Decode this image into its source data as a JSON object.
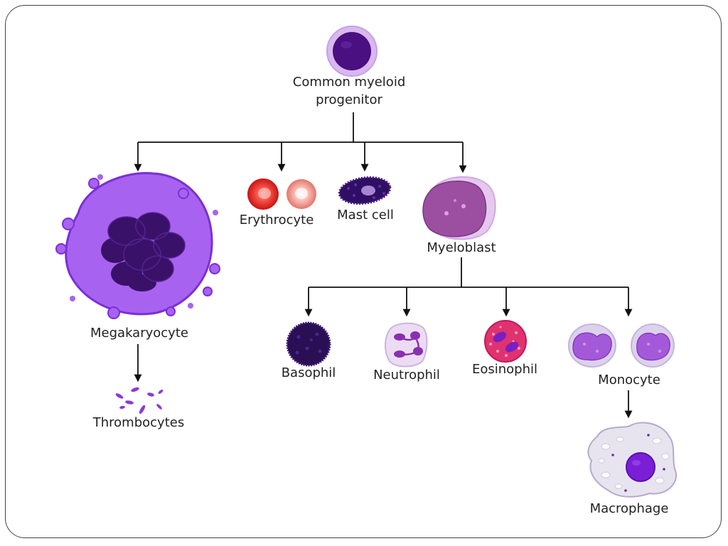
{
  "diagram": {
    "labels": {
      "cmp_line1": "Common myeloid",
      "cmp_line2": "progenitor",
      "megakaryocyte": "Megakaryocyte",
      "thrombocytes": "Thrombocytes",
      "erythrocyte": "Erythrocyte",
      "mast_cell": "Mast cell",
      "myeloblast": "Myeloblast",
      "basophil": "Basophil",
      "neutrophil": "Neutrophil",
      "eosinophil": "Eosinophil",
      "monocyte": "Monocyte",
      "macrophage": "Macrophage"
    },
    "colors": {
      "megakaryocyte": "#9b59e8",
      "erythrocyte": "#e8332b",
      "mast_cell": "#3a1870",
      "myeloblast": "#9c4fa0",
      "basophil": "#2a0f55",
      "neutrophil_nucleus": "#8a2fb0",
      "eosinophil": "#d9286f",
      "monocyte_nucleus": "#a45ad8",
      "macrophage_nucleus": "#7a1fd6"
    }
  }
}
